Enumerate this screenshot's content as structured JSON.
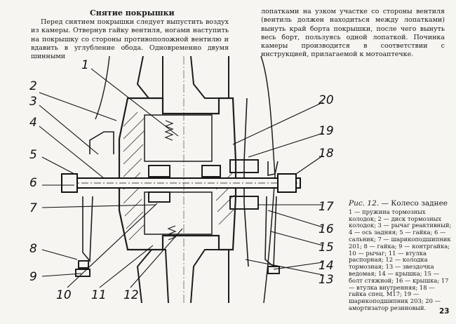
{
  "heading": "Снятие покрышки",
  "left_text": "Перед снятием покрышки следует выпустить воздух из камеры. Отвернув гайку вентиля, ногами наступить на покрышку со стороны противоположной вентилю и вдавить в углубление обода. Одновременно двумя шинными",
  "right_text": "лопатками на узком участке со стороны вентиля (вентиль должен находиться между лопатками) вынуть край борта покрышки, после чего вынуть весь борт, пользуясь одной лопаткой. Починка камеры производится в соответствии с инструкцией, прилагаемой к мотоаптечке.",
  "figure": {
    "labels": [
      "1",
      "2",
      "3",
      "4",
      "5",
      "6",
      "7",
      "8",
      "9",
      "10",
      "11",
      "12",
      "13",
      "14",
      "15",
      "16",
      "17",
      "18",
      "19",
      "20"
    ]
  },
  "caption": {
    "fig_number": "Рис. 12.",
    "fig_title": "— Колесо заднее",
    "text": "1 — пружина тормозных колодок; 2 — диск тормозных колодок; 3 — рычаг реактивный; 4 — ось задняя; 5 — гайка; 6 — сальник; 7 — шарикоподшипник 201; 8 — гайка; 9 — контргайка; 10 — рычаг; 11 — втулка распорная; 12 — колодка тормозная; 13 — звездочка ведомая; 14 — крышка; 15 — болт стяжной; 16 — крышка; 17 — втулка внутренняя; 18 — гайка спец. М17; 19 — шарикоподшипник 203; 20 — амортизатор резиновый."
  },
  "page_number": "23"
}
